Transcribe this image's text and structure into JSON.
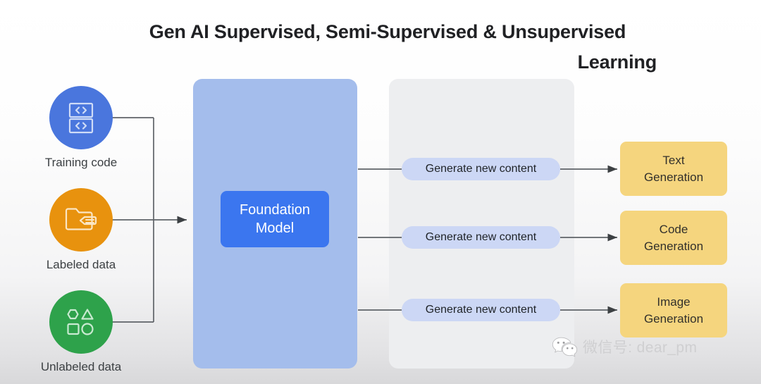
{
  "title": {
    "line1": "Gen AI Supervised, Semi-Supervised & Unsupervised",
    "line2": "Learning"
  },
  "sources": [
    {
      "id": "training-code",
      "label": "Training code",
      "icon": "code-brackets-icon",
      "color": "#4a76dd"
    },
    {
      "id": "labeled-data",
      "label": "Labeled data",
      "icon": "folder-tag-icon",
      "color": "#e8920e"
    },
    {
      "id": "unlabeled-data",
      "label": "Unlabeled data",
      "icon": "shapes-icon",
      "color": "#2ea24b"
    }
  ],
  "model": {
    "panel_color": "#a4bdec",
    "box_color": "#3b76ef",
    "line1": "Foundation",
    "line2": "Model"
  },
  "output_panel": {
    "color": "#edeef0"
  },
  "pills": [
    {
      "id": "text",
      "label": "Generate new content"
    },
    {
      "id": "code",
      "label": "Generate new content"
    },
    {
      "id": "image",
      "label": "Generate new content"
    }
  ],
  "outputs": [
    {
      "id": "text",
      "line1": "Text",
      "line2": "Generation",
      "color": "#f5d57e"
    },
    {
      "id": "code",
      "line1": "Code",
      "line2": "Generation",
      "color": "#f5d57e"
    },
    {
      "id": "image",
      "line1": "Image",
      "line2": "Generation",
      "color": "#f5d57e"
    }
  ],
  "watermark": {
    "icon": "wechat-icon",
    "text": "微信号: dear_pm"
  },
  "colors": {
    "connector": "#5f6368",
    "background_top": "#ffffff",
    "background_bottom": "#d8d8da"
  }
}
